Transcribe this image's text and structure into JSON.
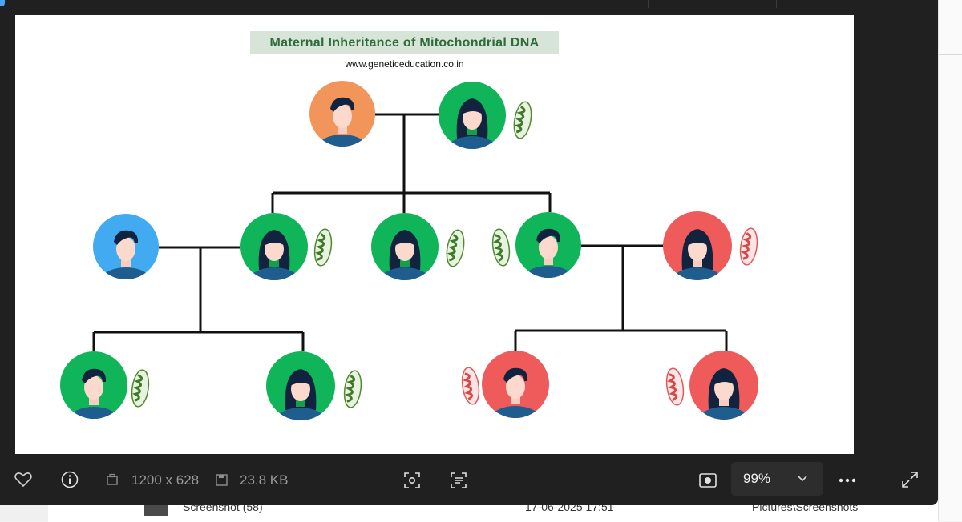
{
  "background": {
    "file_name": "Screenshot (58)",
    "file_date": "17-06-2025 17:51",
    "file_location": "Pictures\\Screenshots"
  },
  "image": {
    "title": "Maternal Inheritance of Mitochondrial DNA",
    "url": "www.geneticeducation.co.in",
    "colors": {
      "title_bg": "#d6e5d7",
      "title_text": "#2f6b3a",
      "green": "#10b55a",
      "orange": "#f2955a",
      "blue": "#42aaf0",
      "red": "#ef5a5a",
      "mito_green": "#4e8a2e",
      "mito_red": "#e05a5a"
    }
  },
  "toolbar": {
    "favorite_icon": "heart-icon",
    "info_icon": "info-icon",
    "dimensions": "1200 x 628",
    "file_size": "23.8 KB",
    "visual_search_icon": "visual-search-icon",
    "text_scan_icon": "text-scan-icon",
    "actual_size_icon": "fit-screen-icon",
    "zoom": "99%",
    "more_icon": "more-icon",
    "fullscreen_icon": "expand-icon"
  }
}
